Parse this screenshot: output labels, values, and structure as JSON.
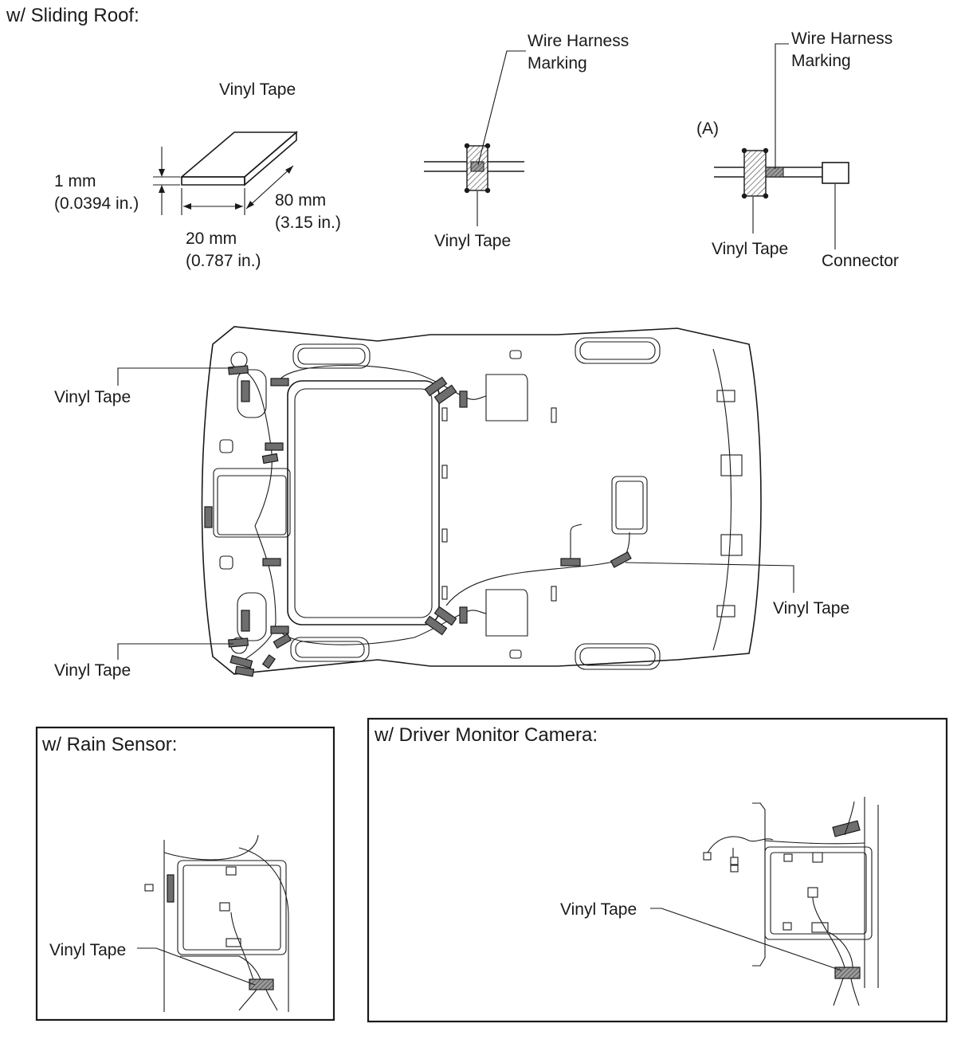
{
  "title": "w/ Sliding Roof:",
  "tape_detail": {
    "label": "Vinyl Tape",
    "thickness_mm": "1 mm",
    "thickness_in": "(0.0394 in.)",
    "width_mm": "20 mm",
    "width_in": "(0.787 in.)",
    "length_mm": "80 mm",
    "length_in": "(3.15 in.)"
  },
  "marking_detail": {
    "marking_line1": "Wire Harness",
    "marking_line2": "Marking",
    "tape_label": "Vinyl Tape"
  },
  "connector_detail": {
    "ref": "(A)",
    "marking_line1": "Wire Harness",
    "marking_line2": "Marking",
    "tape_label": "Vinyl Tape",
    "connector_label": "Connector"
  },
  "headliner": {
    "callout_upper_left": "Vinyl Tape",
    "callout_lower_left": "Vinyl Tape",
    "callout_right": "Vinyl Tape"
  },
  "rain_sensor": {
    "title": "w/ Rain Sensor:",
    "callout": "Vinyl Tape"
  },
  "driver_monitor": {
    "title": "w/ Driver Monitor Camera:",
    "callout": "Vinyl Tape"
  }
}
